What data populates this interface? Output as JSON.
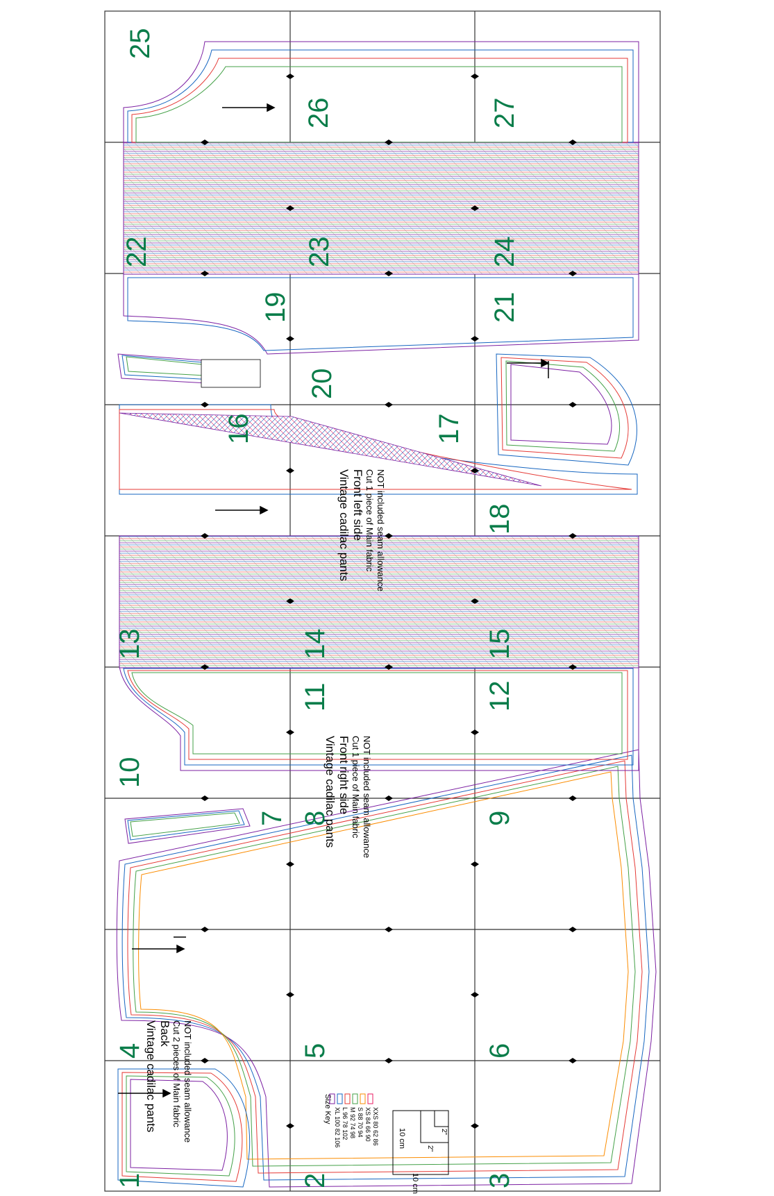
{
  "colors": {
    "grid": "#333333",
    "tile_number": "#0a7d4a",
    "size_lines": [
      "#7b1fa2",
      "#1565c0",
      "#e53935",
      "#43a047",
      "#fb8c00",
      "#e91e63"
    ]
  },
  "tiles": {
    "t1": "1",
    "t2": "2",
    "t3": "3",
    "t4": "4",
    "t5": "5",
    "t6": "6",
    "t7": "7",
    "t8": "8",
    "t9": "9",
    "t10": "10",
    "t11": "11",
    "t12": "12",
    "t13": "13",
    "t14": "14",
    "t15": "15",
    "t16": "16",
    "t17": "17",
    "t18": "18",
    "t19": "19",
    "t20": "20",
    "t21": "21",
    "t22": "22",
    "t23": "23",
    "t24": "24",
    "t25": "25",
    "t26": "26",
    "t27": "27"
  },
  "pieces": {
    "back": {
      "title": "Vintage cadilac pants",
      "name": "Back",
      "cut": "Cut 2 pieces of Main fabric",
      "note": "NOT included seam allowance"
    },
    "front_right": {
      "title": "Vintage cadilac pants",
      "name": "Front right side",
      "cut": "Cut 1 piece of Main fabric",
      "note": "NOT included seam allowance"
    },
    "front_left": {
      "title": "Vintage cadilac pants",
      "name": "Front left side",
      "cut": "Cut 1 piece of Main fabric",
      "note": "NOT included seam allowance"
    }
  },
  "size_key": {
    "title": "Size Key",
    "rows": [
      "XL 100 82 106",
      "L 96 78 102",
      "M 92 74 98",
      "S 88 70 94",
      "XS 84 66 90",
      "XXS 80 62 86"
    ]
  },
  "scale": {
    "label_vertical": "10 cm",
    "label_horizontal": "10 cm",
    "inch_a": "2\"",
    "inch_b": "2\""
  }
}
